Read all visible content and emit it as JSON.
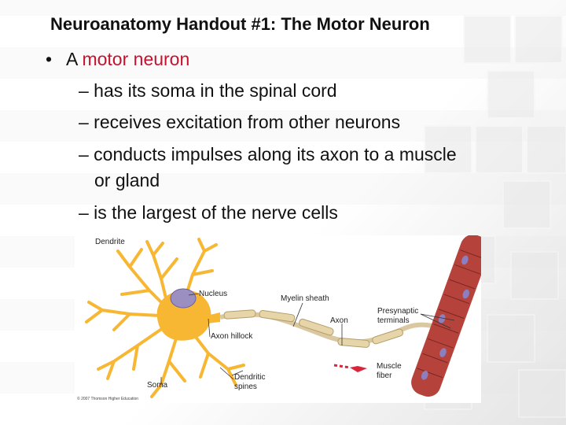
{
  "slide": {
    "title": "Neuroanatomy Handout #1:  The Motor Neuron",
    "bullet": {
      "symbol": "•",
      "prefix": "A ",
      "highlight": "motor neuron",
      "highlight_color": "#c8102e"
    },
    "subpoints": [
      "– has its soma in the spinal cord",
      "– receives excitation from other neurons",
      "– conducts impulses along its axon to a muscle",
      "or gland",
      "– is the largest of the nerve cells"
    ]
  },
  "diagram": {
    "labels": {
      "dendrite": "Dendrite",
      "nucleus": "Nucleus",
      "myelin_sheath": "Myelin sheath",
      "presynaptic_1": "Presynaptic",
      "presynaptic_2": "terminals",
      "axon": "Axon",
      "axon_hillock": "Axon hillock",
      "muscle_1": "Muscle",
      "muscle_2": "fiber",
      "soma": "Soma",
      "spines_1": "Dendritic",
      "spines_2": "spines"
    },
    "copyright": "© 2007 Thomson Higher Education",
    "colors": {
      "soma": "#f7b733",
      "axon": "#d9c8a0",
      "muscle": "#b5433b",
      "arrow": "#d8263a"
    }
  }
}
